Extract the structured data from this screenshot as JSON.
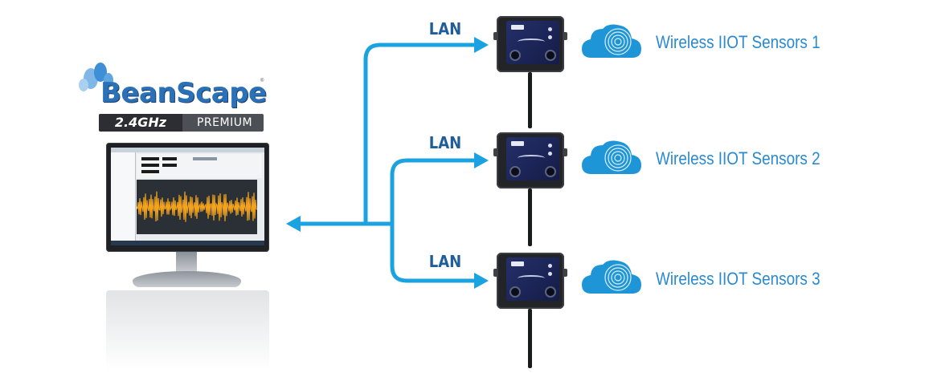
{
  "logo": {
    "name": "BeanScape",
    "registered": "®",
    "band": "2.4GHz",
    "tier": "PREMIUM"
  },
  "network": {
    "links": [
      {
        "protocol": "LAN",
        "sensor_label": "Wireless IIOT Sensors 1"
      },
      {
        "protocol": "LAN",
        "sensor_label": "Wireless IIOT Sensors 2"
      },
      {
        "protocol": "LAN",
        "sensor_label": "Wireless IIOT Sensors 3"
      }
    ]
  },
  "colors": {
    "arrow": "#1aa3e0",
    "cloud": "#1e95d6",
    "label_text": "#2a8ad0",
    "lan_text": "#1f5e9a",
    "logo_blue": "#2a71b8",
    "waveform": "#f2a21b"
  },
  "icons": {
    "logo": "bean-droplets-logo",
    "computer": "desktop-monitor-icon",
    "gateway": "wireless-gateway-box",
    "cloud": "wireless-cloud-icon",
    "arrow": "arrowhead"
  }
}
